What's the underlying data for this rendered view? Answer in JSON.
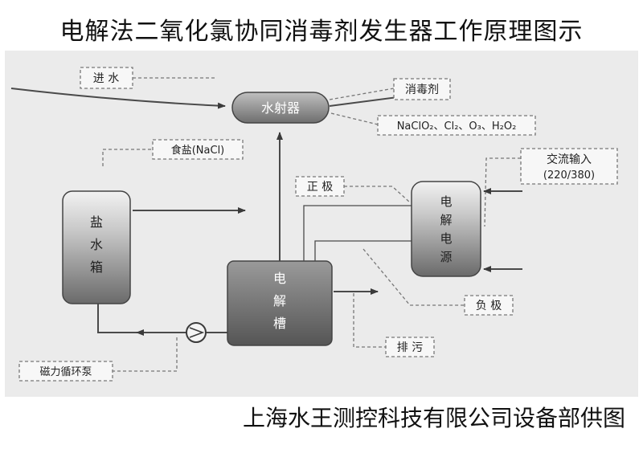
{
  "title": "电解法二氧化氯协同消毒剂发生器工作原理图示",
  "footer": "上海水王测控科技有限公司设备部供图",
  "labels": {
    "water_in": "进 水",
    "disinfectant": "消毒剂",
    "ejector": "水射器",
    "products": "NaClO₂、Cl₂、O₃、H₂O₂",
    "salt": "食盐(NaCl)",
    "ac_input": [
      "交流输入",
      "(220/380)"
    ],
    "positive": "正 极",
    "negative": "负 极",
    "drain": "排 污",
    "pump": "磁力循环泵",
    "brine_tank": [
      "盐",
      "水",
      "箱"
    ],
    "cell": [
      "电",
      "解",
      "槽"
    ],
    "power": [
      "电",
      "解",
      "电",
      "源"
    ]
  },
  "colors": {
    "panel": "#ebebeb",
    "line": "#4a4a4a",
    "dash": "#777777",
    "dark": "#555555"
  }
}
